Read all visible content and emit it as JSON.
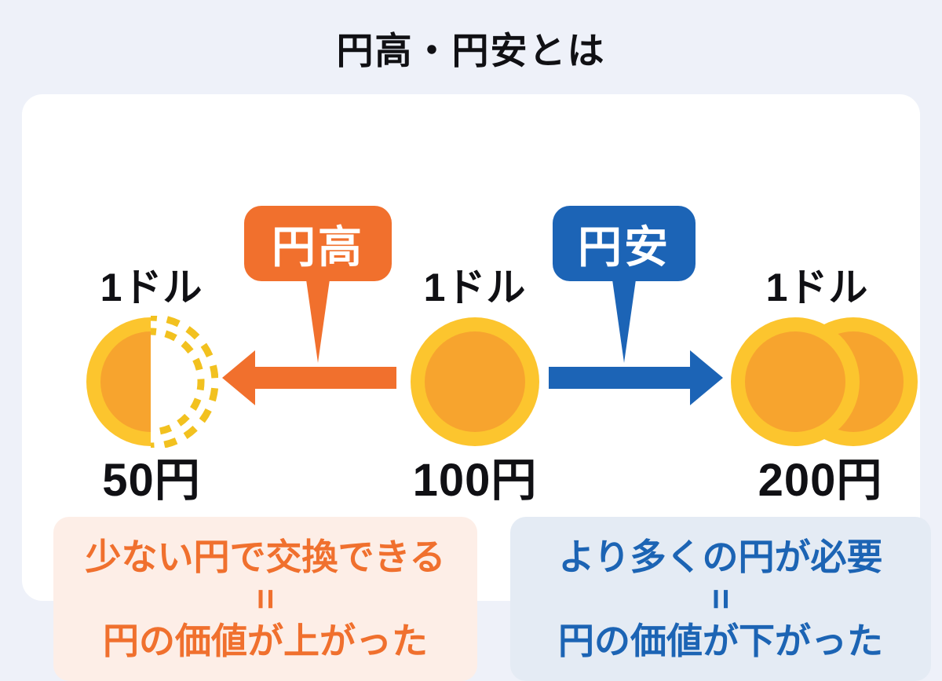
{
  "title": "円高・円安とは",
  "card": {
    "columns": {
      "left": {
        "top_label": "1ドル",
        "bottom_label": "50円",
        "coin": "half-coin"
      },
      "center": {
        "top_label": "1ドル",
        "bottom_label": "100円",
        "coin": "full-coin"
      },
      "right": {
        "top_label": "1ドル",
        "bottom_label": "200円",
        "coin": "double-coin"
      }
    },
    "badges": {
      "endaka": {
        "label": "円高"
      },
      "enyasu": {
        "label": "円安"
      }
    },
    "notes": {
      "endaka": {
        "line1": "少ない円で交換できる",
        "equals": "=",
        "line2": "円の価値が上がった"
      },
      "enyasu": {
        "line1": "より多くの円が必要",
        "equals": "=",
        "line2": "円の価値が下がった"
      }
    }
  },
  "icons": {
    "half_coin": "half-coin-icon",
    "full_coin": "coin-icon",
    "double_coin": "double-coin-icon",
    "left_arrow": "left-arrow-icon",
    "right_arrow": "right-arrow-icon",
    "endaka_pointer": "down-pointer-icon",
    "enyasu_pointer": "down-pointer-icon"
  },
  "colors": {
    "page_bg": "#EEF1F9",
    "card_bg": "#FFFFFF",
    "orange": "#F1702D",
    "blue": "#1C64B6",
    "coin_yellow": "#FCC52E",
    "coin_inner_orange": "#F7A42E",
    "coin_dash_yellow": "#F2C11F",
    "note_endaka_bg": "#FDEEE7",
    "note_endaka_text": "#F0702E",
    "note_enyasu_bg": "#E4EBF4",
    "note_enyasu_text": "#1C64B4",
    "text_black": "#101014"
  }
}
